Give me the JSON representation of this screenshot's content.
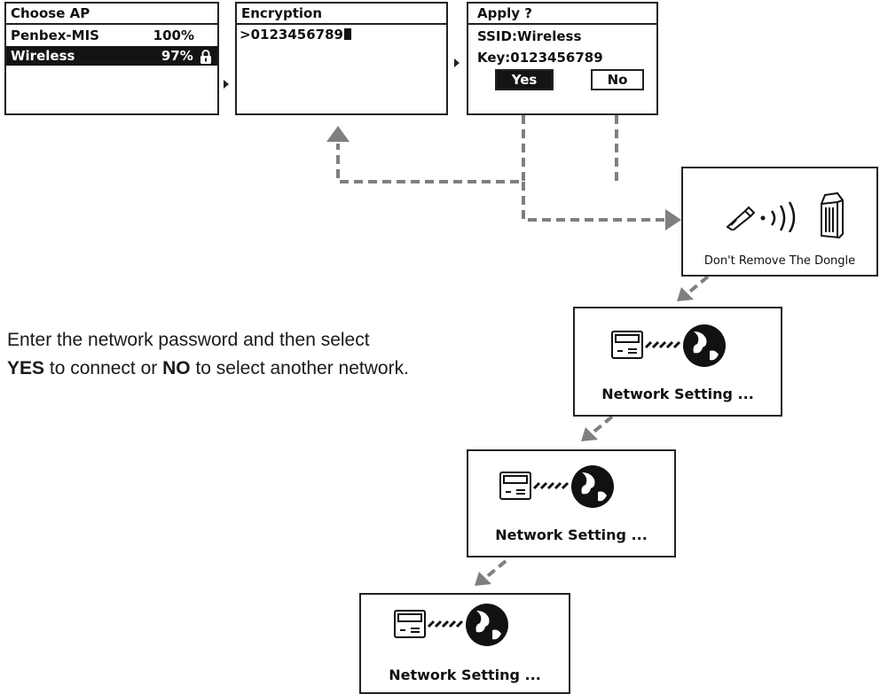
{
  "choose_ap": {
    "title": "Choose AP",
    "rows": [
      {
        "name": "Penbex-MIS",
        "signal": "100%"
      },
      {
        "name": "Wireless",
        "signal": "97%"
      }
    ]
  },
  "encryption": {
    "title": "Encryption",
    "input": ">0123456789"
  },
  "apply": {
    "title": "Apply ?",
    "ssid": "SSID:Wireless",
    "key": "Key:0123456789",
    "yes": "Yes",
    "no": "No"
  },
  "dongle": {
    "caption": "Don't Remove The Dongle"
  },
  "network_steps": [
    {
      "caption": "Network Setting ..."
    },
    {
      "caption": "Network Setting ..."
    },
    {
      "caption": "Network Setting ..."
    }
  ],
  "instruction": {
    "line1": "Enter the network password and then select",
    "yes_word": "YES",
    "mid": " to connect or ",
    "no_word": "NO",
    "end": " to select another network."
  },
  "colors": {
    "arrow": "#7f7f7f",
    "screen_border": "#222222",
    "highlight": "#141414"
  }
}
